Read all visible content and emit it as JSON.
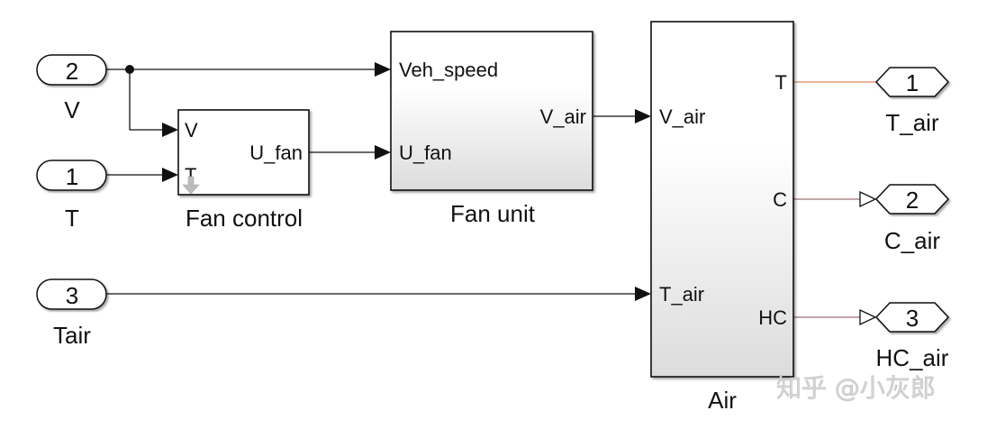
{
  "diagram": {
    "inports": [
      {
        "number": "2",
        "name": "V"
      },
      {
        "number": "1",
        "name": "T"
      },
      {
        "number": "3",
        "name": "Tair"
      }
    ],
    "blocks": {
      "fan_control": {
        "name": "Fan control",
        "inputs": [
          "V",
          "T"
        ],
        "outputs": [
          "U_fan"
        ]
      },
      "fan_unit": {
        "name": "Fan unit",
        "inputs": [
          "Veh_speed",
          "U_fan"
        ],
        "outputs": [
          "V_air"
        ]
      },
      "air": {
        "name": "Air",
        "inputs": [
          "V_air",
          "T_air"
        ],
        "outputs": [
          "T",
          "C",
          "HC"
        ]
      }
    },
    "outports": [
      {
        "number": "1",
        "name": "T_air"
      },
      {
        "number": "2",
        "name": "C_air"
      },
      {
        "number": "3",
        "name": "HC_air"
      }
    ],
    "signal_colors": {
      "default": "#111111",
      "T_out": "#d9895a",
      "C_out": "#a07070",
      "HC_out": "#a06a78"
    },
    "watermark": "知乎 @小灰郎"
  }
}
